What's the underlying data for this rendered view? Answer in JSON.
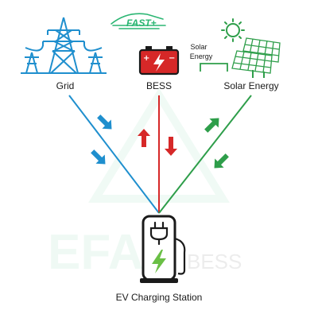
{
  "logo": {
    "text": "FAST+",
    "color": "#2bb673"
  },
  "nodes": {
    "grid": {
      "label": "Grid",
      "icon": "power-tower-icon",
      "color": "#1f8fce"
    },
    "bess": {
      "label": "BESS",
      "icon": "battery-icon",
      "color": "#d62828"
    },
    "solar": {
      "label": "Solar Energy",
      "icon": "solar-panel-icon",
      "color": "#2e9e4a"
    },
    "solar_callout": {
      "line1": "Solar",
      "line2": "Energy"
    },
    "station": {
      "label": "EV Charging Station",
      "icon": "ev-charger-icon"
    }
  },
  "watermark": {
    "text": "EFA",
    "suffix": "BESS"
  },
  "flows": {
    "grid_to_station": {
      "color": "#1f8fce"
    },
    "bess_to_station": {
      "color": "#d62828"
    },
    "station_to_bess": {
      "color": "#d62828"
    },
    "solar_up": {
      "color": "#2e9e4a"
    },
    "solar_to_station": {
      "color": "#2e9e4a"
    }
  }
}
